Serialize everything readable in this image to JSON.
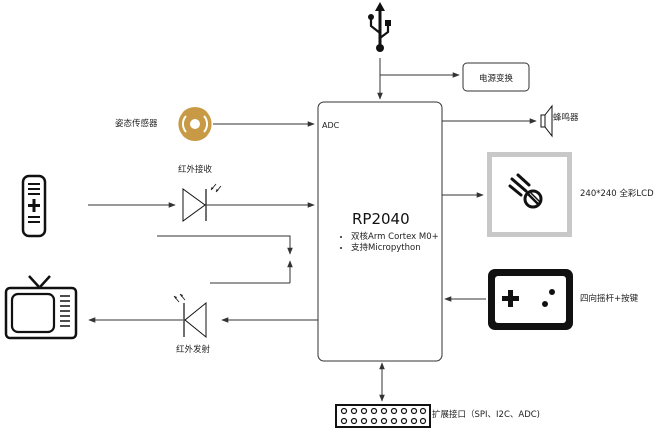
{
  "mcu": {
    "name": "RP2040",
    "adc_label": "ADC",
    "features": [
      "双核Arm Cortex M0+",
      "支持Micropython"
    ]
  },
  "labels": {
    "power": "电源变换",
    "attitude_sensor": "姿态传感器",
    "ir_receive": "红外接收",
    "ir_transmit": "红外发射",
    "buzzer": "蜂鸣器",
    "lcd": "240*240 全彩LCD",
    "joystick": "四向摇杆+按键",
    "expansion": "扩展接口（SPI、I2C、ADC)"
  },
  "icons": {
    "usb": "usb-icon",
    "sensor": "attitude-sensor-icon",
    "remote": "remote-control-icon",
    "tv": "tv-icon",
    "ir_led_in": "ir-receiver-diode-icon",
    "ir_led_out": "ir-emitter-diode-icon",
    "buzzer": "speaker-icon",
    "lcd": "lcd-screen-icon",
    "gamepad": "gamepad-icon",
    "header": "pin-header-icon"
  },
  "colors": {
    "line": "#333333",
    "sensor_fill": "#c99a45",
    "lcd_frame": "#c8c8c8",
    "gamepad": "#111111"
  }
}
